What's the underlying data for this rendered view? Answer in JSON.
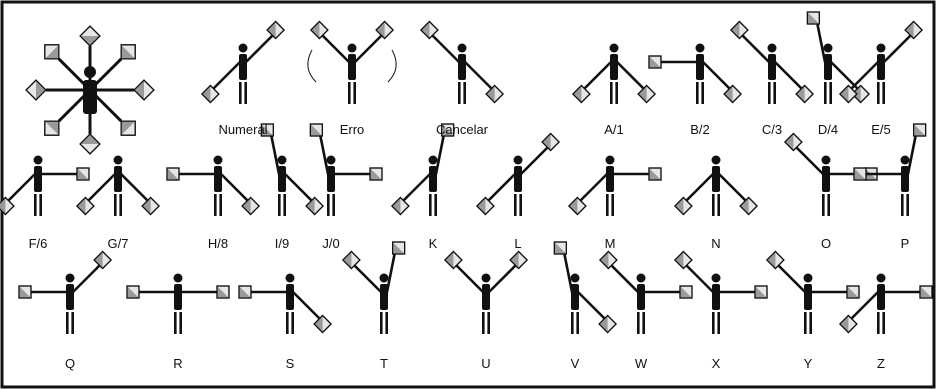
{
  "colors": {
    "ink": "#111111",
    "flag_fill": "#9a9a9a",
    "flag_light": "#e6e6e6",
    "border": "#111111"
  },
  "signals": [
    {
      "id": "attention",
      "label": "",
      "left": "up",
      "right": "up"
    },
    {
      "id": "numeral",
      "label": "Numeral",
      "left": "down",
      "right": "up"
    },
    {
      "id": "erro",
      "label": "Erro",
      "left": "up",
      "right": "up"
    },
    {
      "id": "cancelar",
      "label": "Cancelar",
      "left": "up",
      "right": "down"
    },
    {
      "id": "a",
      "label": "A/1",
      "left": "down",
      "right": "down"
    },
    {
      "id": "b",
      "label": "B/2",
      "left": "side",
      "right": "down"
    },
    {
      "id": "c",
      "label": "C/3",
      "left": "up",
      "right": "down"
    },
    {
      "id": "d",
      "label": "D/4",
      "left": "vertical",
      "right": "down"
    },
    {
      "id": "e",
      "label": "E/5",
      "left": "down",
      "right": "up"
    },
    {
      "id": "f",
      "label": "F/6",
      "left": "down",
      "right": "side"
    },
    {
      "id": "g",
      "label": "G/7",
      "left": "down",
      "right": "down"
    },
    {
      "id": "h",
      "label": "H/8",
      "left": "side",
      "right": "down"
    },
    {
      "id": "i",
      "label": "I/9",
      "left": "vertical",
      "right": "down"
    },
    {
      "id": "j",
      "label": "J/0",
      "left": "vertical",
      "right": "side"
    },
    {
      "id": "k",
      "label": "K",
      "left": "down",
      "right": "vertical"
    },
    {
      "id": "l",
      "label": "L",
      "left": "down",
      "right": "up"
    },
    {
      "id": "m",
      "label": "M",
      "left": "down",
      "right": "side"
    },
    {
      "id": "n",
      "label": "N",
      "left": "down",
      "right": "down"
    },
    {
      "id": "o",
      "label": "O",
      "left": "up",
      "right": "side"
    },
    {
      "id": "p",
      "label": "P",
      "left": "side",
      "right": "vertical"
    },
    {
      "id": "q",
      "label": "Q",
      "left": "side",
      "right": "up"
    },
    {
      "id": "r",
      "label": "R",
      "left": "side",
      "right": "side"
    },
    {
      "id": "s",
      "label": "S",
      "left": "side",
      "right": "down"
    },
    {
      "id": "t",
      "label": "T",
      "left": "up",
      "right": "vertical"
    },
    {
      "id": "u",
      "label": "U",
      "left": "up",
      "right": "up"
    },
    {
      "id": "v",
      "label": "V",
      "left": "vertical",
      "right": "down"
    },
    {
      "id": "w",
      "label": "W",
      "left": "up",
      "right": "side"
    },
    {
      "id": "x",
      "label": "X",
      "left": "up",
      "right": "side"
    },
    {
      "id": "y",
      "label": "Y",
      "left": "up",
      "right": "side"
    },
    {
      "id": "z",
      "label": "Z",
      "left": "down",
      "right": "side"
    }
  ]
}
